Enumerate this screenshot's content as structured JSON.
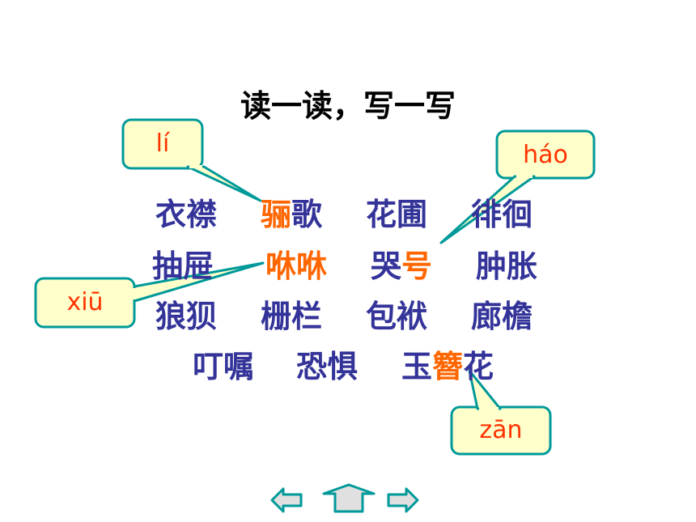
{
  "title": "读一读，写一写",
  "rows": [
    [
      {
        "text": "衣襟"
      },
      {
        "hl": "骊",
        "rest": "歌"
      },
      {
        "text": "花圃"
      },
      {
        "text": "徘徊"
      }
    ],
    [
      {
        "text": "抽屉"
      },
      {
        "hl": "咻咻"
      },
      {
        "pre": "哭",
        "hl": "号"
      },
      {
        "text": "肿胀"
      }
    ],
    [
      {
        "text": "狼狈"
      },
      {
        "text": "栅栏"
      },
      {
        "text": "包袱"
      },
      {
        "text": "廊檐"
      }
    ],
    [
      {
        "text": "叮嘱"
      },
      {
        "text": "恐惧"
      },
      {
        "pre": "玉",
        "hl": "簪",
        "rest": "花"
      }
    ]
  ],
  "pinyin": {
    "li": "lí",
    "hao": "háo",
    "xiu": "xiū",
    "zan": "zān"
  },
  "colors": {
    "text": "#333399",
    "highlight": "#ff6600",
    "bubble_fill": "#ffffcc",
    "bubble_stroke": "#009999",
    "nav_fill": "#e0e0e0"
  },
  "nav": {
    "back_icon": "left-arrow-icon",
    "home_icon": "up-arrow-icon",
    "next_icon": "right-arrow-icon"
  }
}
